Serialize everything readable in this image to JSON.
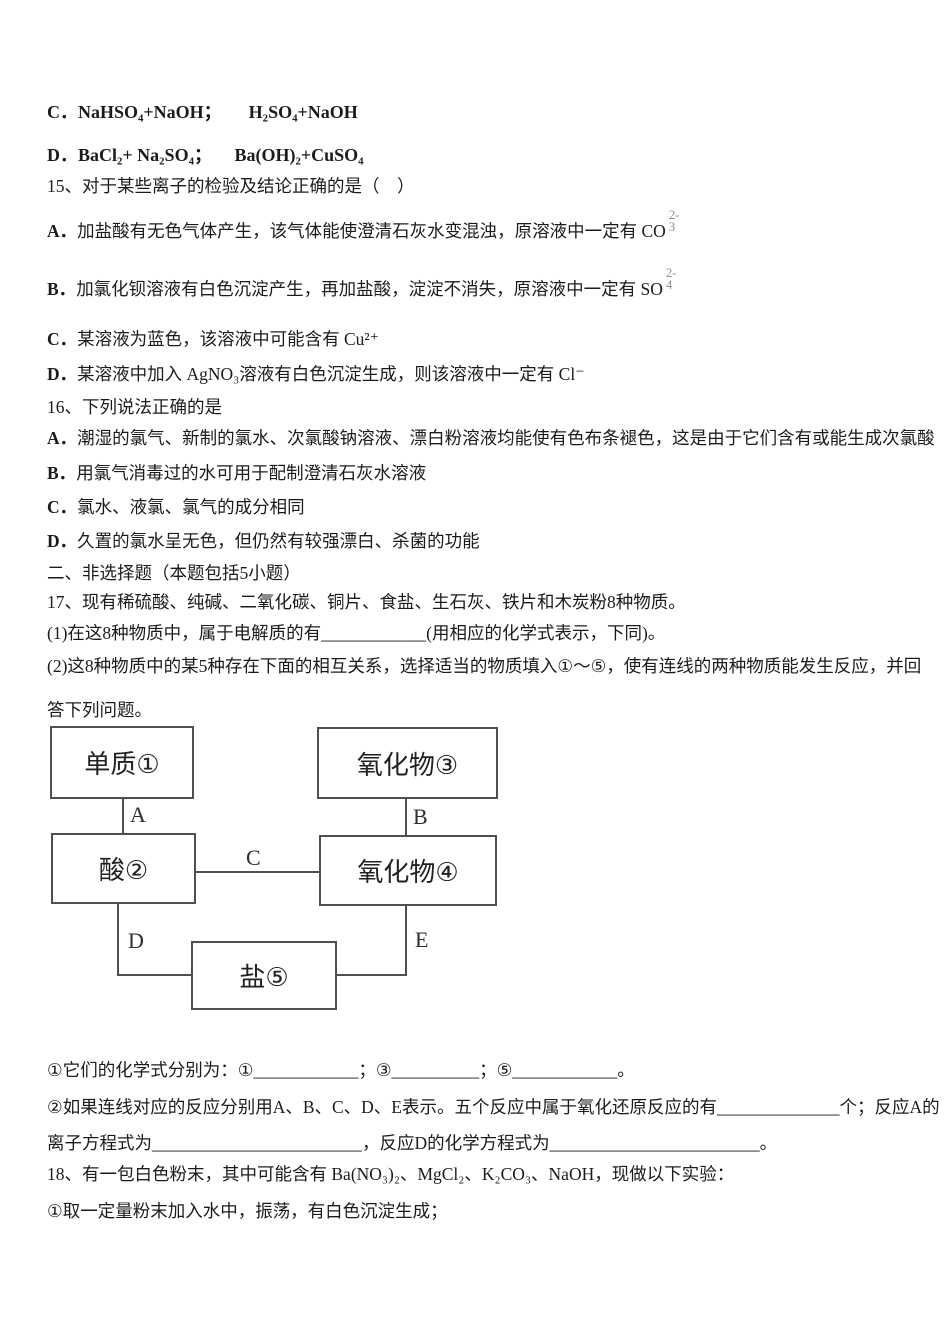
{
  "colors": {
    "text": "#1b1b1b",
    "ion_gray": "#8e8e8e",
    "diagram_line": "#4f4f4f"
  },
  "q14": {
    "option_c": {
      "letter": "C．",
      "text": "NaHSO₄+NaOH；      H₂SO₄+NaOH"
    },
    "option_d": {
      "letter": "D．",
      "text": "BaCl₂+ Na₂SO₄；     Ba(OH)₂+CuSO₄"
    }
  },
  "q15": {
    "title": "15、对于某些离子的检验及结论正确的是（　）",
    "options": [
      {
        "letter": "A．",
        "text": "加盐酸有无色气体产生，该气体能使澄清石灰水变混浊，原溶液中一定有 CO",
        "ion_sup": "2-",
        "ion_sub": "3"
      },
      {
        "letter": "B．",
        "text": "加氯化钡溶液有白色沉淀产生，再加盐酸，淀淀不消失，原溶液中一定有 SO",
        "ion_sup": "2-",
        "ion_sub": "4"
      },
      {
        "letter": "C．",
        "text": "某溶液为蓝色，该溶液中可能含有 Cu²⁺"
      },
      {
        "letter": "D．",
        "text": "某溶液中加入 AgNO₃溶液有白色沉淀生成，则该溶液中一定有 Cl⁻"
      }
    ]
  },
  "q16": {
    "title": "16、下列说法正确的是",
    "options": [
      {
        "letter": "A．",
        "text": "潮湿的氯气、新制的氯水、次氯酸钠溶液、漂白粉溶液均能使有色布条褪色，这是由于它们含有或能生成次氯酸"
      },
      {
        "letter": "B．",
        "text": "用氯气消毒过的水可用于配制澄清石灰水溶液"
      },
      {
        "letter": "C．",
        "text": "氯水、液氯、氯气的成分相同"
      },
      {
        "letter": "D．",
        "text": "久置的氯水呈无色，但仍然有较强漂白、杀菌的功能"
      }
    ]
  },
  "section2": {
    "title": "二、非选择题（本题包括5小题）"
  },
  "q17": {
    "intro": "17、现有稀硫酸、纯碱、二氧化碳、铜片、食盐、生石灰、铁片和木炭粉8种物质。",
    "part1": "(1)在这8种物质中，属于电解质的有____________(用相应的化学式表示，下同)。",
    "part2_line1": "(2)这8种物质中的某5种存在下面的相互关系，选择适当的物质填入①～⑤，使有连线的两种物质能发生反应，并回",
    "part2_line2": "答下列问题。",
    "sub1": "①它们的化学式分别为：①____________；③__________；⑤____________。",
    "sub2_line1": "②如果连线对应的反应分别用A、B、C、D、E表示。五个反应中属于氧化还原反应的有______________个；反应A的",
    "sub2_line2": "离子方程式为________________________，反应D的化学方程式为________________________。"
  },
  "diagram": {
    "boxes": [
      {
        "label": "单质①"
      },
      {
        "label": "氧化物③"
      },
      {
        "label": "酸②"
      },
      {
        "label": "氧化物④"
      },
      {
        "label": "盐⑤"
      }
    ],
    "edges": [
      {
        "label": "A"
      },
      {
        "label": "B"
      },
      {
        "label": "C"
      },
      {
        "label": "D"
      },
      {
        "label": "E"
      }
    ]
  },
  "q18": {
    "intro": "18、有一包白色粉末，其中可能含有 Ba(NO₃)₂、MgCl₂、K₂CO₃、NaOH，现做以下实验：",
    "step1": "①取一定量粉末加入水中，振荡，有白色沉淀生成；"
  }
}
